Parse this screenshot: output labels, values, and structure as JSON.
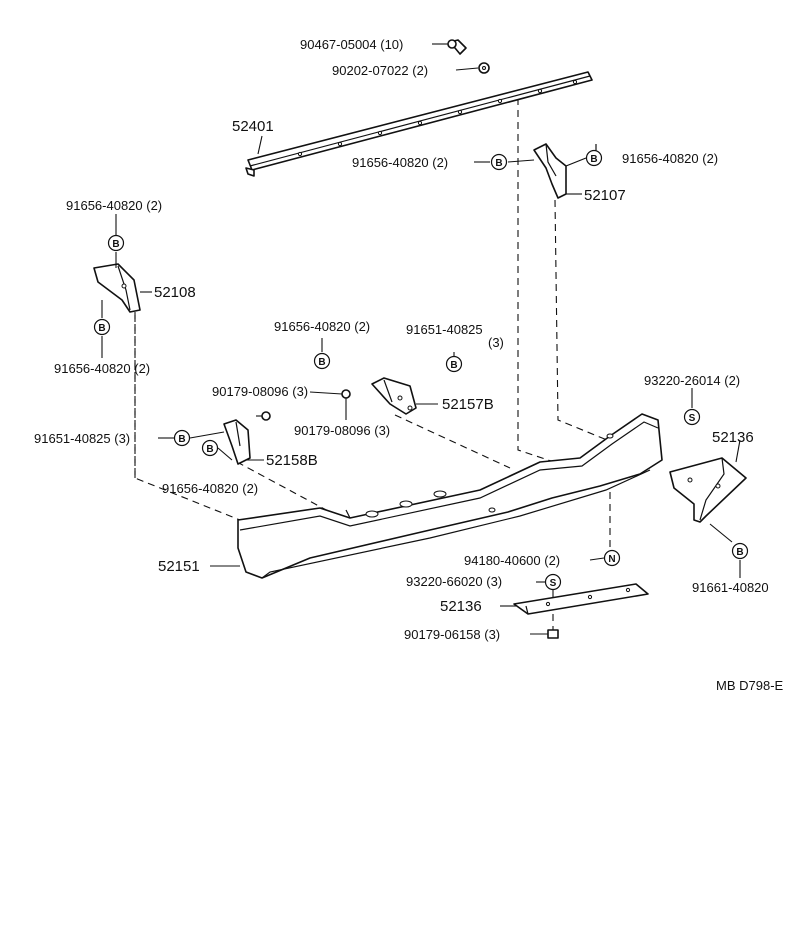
{
  "diagram_id": "MB D798-E",
  "labels": {
    "bolt_90467": "90467-05004 (10)",
    "washer_90202": "90202-07022 (2)",
    "rail_52401": "52401",
    "bolt_91656_a": "91656-40820 (2)",
    "bolt_91656_b": "91656-40820 (2)",
    "bracket_52107": "52107",
    "bolt_91656_c": "91656-40820 (2)",
    "bracket_52108": "52108",
    "bolt_91656_d": "91656-40820 (2)",
    "bolt_91656_e": "91656-40820 (2)",
    "bolt_91651_a": "91651-40825",
    "bolt_91651_a_qty": "(3)",
    "clip_90179_a": "90179-08096 (3)",
    "clip_90179_b": "90179-08096 (3)",
    "bracket_52157b": "52157B",
    "bolt_91651_b": "91651-40825 (3)",
    "bracket_52158b": "52158B",
    "bolt_91656_f": "91656-40820 (2)",
    "screw_93220_a": "93220-26014 (2)",
    "support_52136_right": "52136",
    "bumper_52151": "52151",
    "nut_94180": "94180-40600 (2)",
    "screw_93220_b": "93220-66020 (3)",
    "support_52136_bottom": "52136",
    "clip_90179_c": "90179-06158 (3)",
    "bolt_91661": "91661-40820"
  },
  "codes": {
    "b": "B",
    "n": "N",
    "s": "S"
  }
}
